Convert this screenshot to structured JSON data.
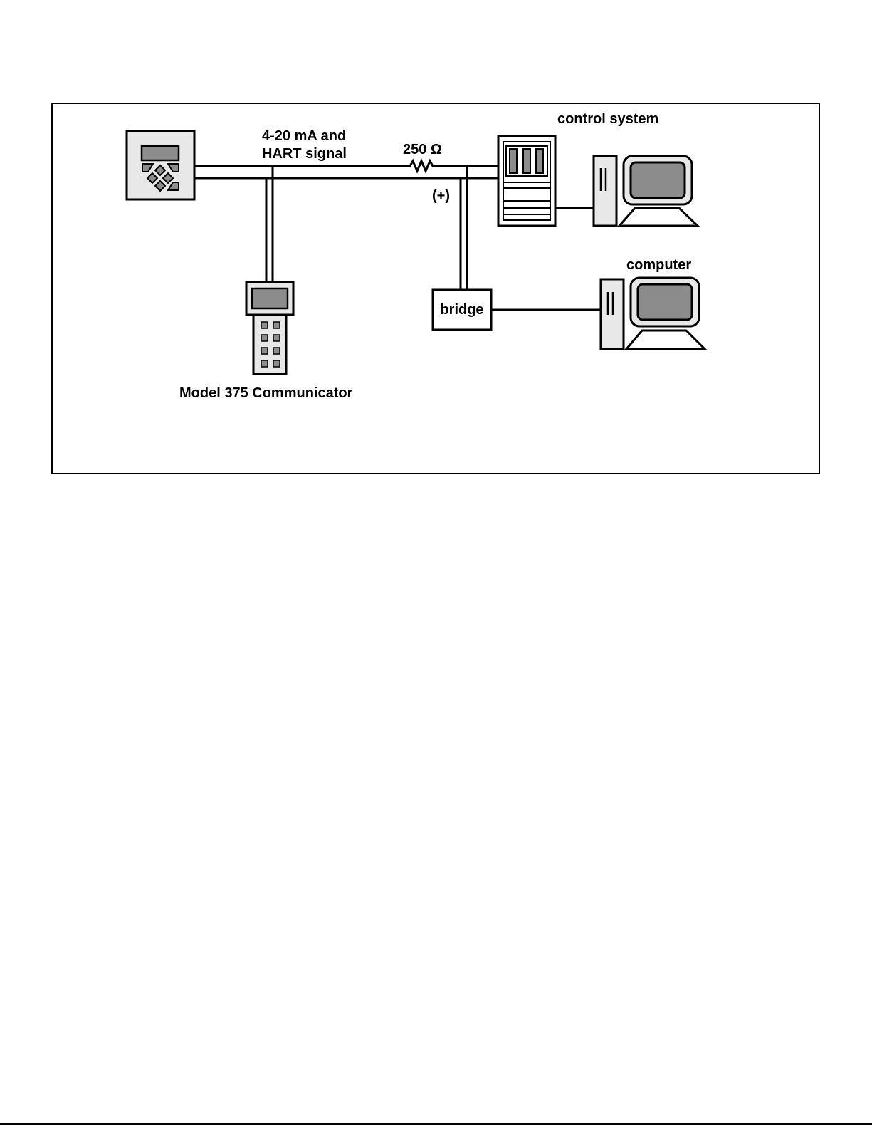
{
  "diagram": {
    "labels": {
      "signal_line1": "4-20 mA and",
      "signal_line2": "HART signal",
      "resistor": "250 Ω",
      "polarity": "(+)",
      "control_system": "control system",
      "computer": "computer",
      "bridge": "bridge",
      "communicator": "Model 375 Communicator"
    },
    "nodes": [
      {
        "id": "transmitter",
        "kind": "field-device"
      },
      {
        "id": "communicator",
        "kind": "handheld",
        "label": "Model 375 Communicator"
      },
      {
        "id": "resistor",
        "kind": "resistor",
        "label": "250 Ω"
      },
      {
        "id": "control-system",
        "kind": "cabinet",
        "label": "control system"
      },
      {
        "id": "control-pc",
        "kind": "computer"
      },
      {
        "id": "bridge",
        "kind": "interface",
        "label": "bridge"
      },
      {
        "id": "computer",
        "kind": "computer",
        "label": "computer"
      }
    ],
    "edges": [
      {
        "from": "transmitter",
        "to": "control-system",
        "label": "4-20 mA and HART signal"
      },
      {
        "from": "transmitter",
        "to": "communicator"
      },
      {
        "from": "resistor",
        "to": "bridge",
        "label": "(+)"
      },
      {
        "from": "control-system",
        "to": "control-pc"
      },
      {
        "from": "bridge",
        "to": "computer"
      }
    ],
    "colors": {
      "stroke": "#000000",
      "device_fill": "#e8e8e8",
      "screen_fill": "#8c8c8c",
      "background": "#ffffff"
    }
  }
}
